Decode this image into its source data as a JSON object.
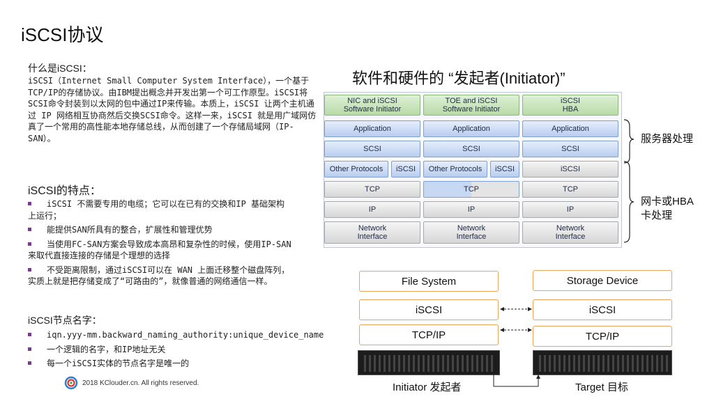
{
  "title": "iSCSI协议",
  "intro": {
    "heading": "什么是iSCSI：",
    "paragraph": "iSCSI（Internet Small Computer System Interface），一个基于TCP/IP的存储协议。由IBM提出概念并开发出第一个可工作原型。iSCSI将SCSI命令封装到以太网的包中通过IP来传输。本质上，iSCSI 让两个主机通过 IP 网络相互协商然后交换SCSI命令。这样一来，iSCSI 就是用广域网仿真了一个常用的高性能本地存储总线，从而创建了一个存储局域网（IP-SAN）。"
  },
  "features": {
    "heading": "iSCSI的特点：",
    "items": [
      "iSCSI 不需要专用的电缆；它可以在已有的交换和IP 基础架构上运行；",
      "能提供SAN所具有的整合，扩展性和管理优势",
      "当使用FC-SAN方案会导致成本高昂和复杂性的时候，使用IP-SAN来取代直接连接的存储是个理想的选择",
      "不受距离限制，通过iSCSI可以在 WAN 上面迁移整个磁盘阵列，实质上就是把存储变成了“可路由的”，就像普通的网络通信一样。"
    ]
  },
  "naming": {
    "heading": "iSCSI节点名字：",
    "items": [
      "iqn.yyy-mm.backward_naming_authority:unique_device_name",
      "一个逻辑的名字，和IP地址无关",
      "每一个iSCSI实体的节点名字是唯一的"
    ]
  },
  "footer": "2018 KClouder.cn. All rights reserved.",
  "diagram_title": "软件和硬件的 “发起者(Initiator)”",
  "stack": {
    "columns": [
      {
        "header": "NIC and iSCSI\nSoftware Initiator",
        "app": "Application",
        "scsi": "SCSI",
        "other": "Other Protocols",
        "iscsi": "iSCSI",
        "tcp": "TCP",
        "ip": "IP",
        "net": "Network\nInterface"
      },
      {
        "header": "TOE and iSCSI\nSoftware Initiator",
        "app": "Application",
        "scsi": "SCSI",
        "other": "Other Protocols",
        "iscsi": "iSCSI",
        "tcp": "TCP",
        "ip": "IP",
        "net": "Network\nInterface"
      },
      {
        "header": "iSCSI\nHBA",
        "app": "Application",
        "scsi": "SCSI",
        "iscsi": "iSCSI",
        "tcp": "TCP",
        "ip": "IP",
        "net": "Network\nInterface"
      }
    ],
    "brace_server": "服务器处理",
    "brace_nic": "网卡或HBA\n卡处理"
  },
  "flow": {
    "left": [
      "File System",
      "iSCSI",
      "TCP/IP"
    ],
    "right": [
      "Storage Device",
      "iSCSI",
      "TCP/IP"
    ],
    "initiator_caption": "Initiator 发起者",
    "target_caption": "Target 目标"
  }
}
